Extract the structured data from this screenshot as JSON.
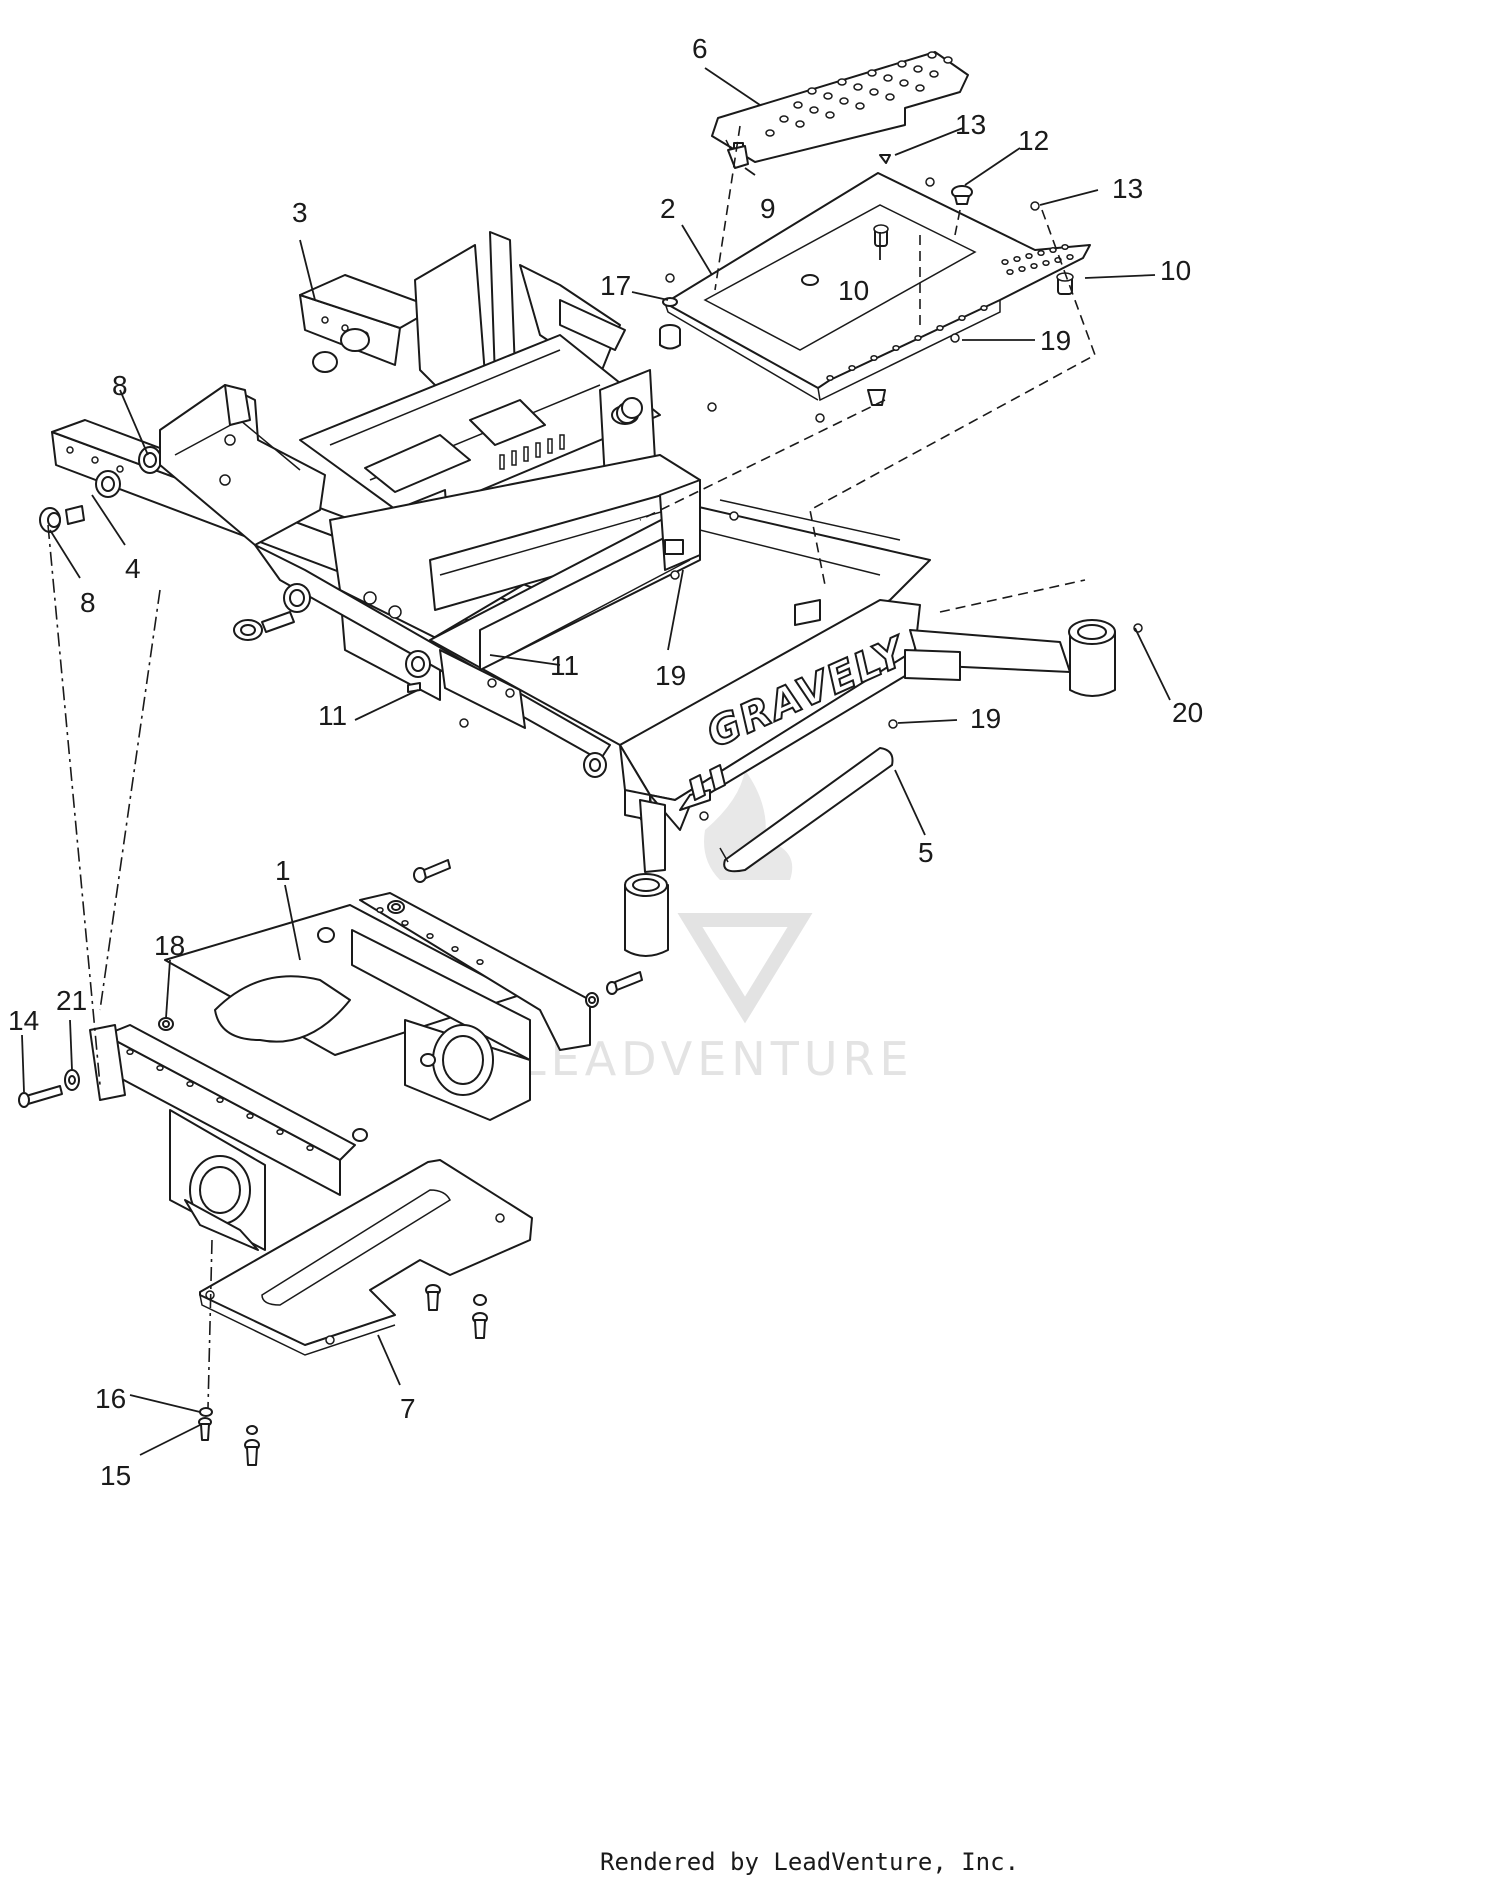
{
  "diagram": {
    "brand_text": "GRAVELY",
    "watermark_text": "LEADVENTURE",
    "footer_text": "Rendered by LeadVenture, Inc.",
    "callouts": [
      {
        "id": "c1",
        "label": "1"
      },
      {
        "id": "c2",
        "label": "2"
      },
      {
        "id": "c3",
        "label": "3"
      },
      {
        "id": "c4",
        "label": "4"
      },
      {
        "id": "c5",
        "label": "5"
      },
      {
        "id": "c6",
        "label": "6"
      },
      {
        "id": "c7",
        "label": "7"
      },
      {
        "id": "c8a",
        "label": "8"
      },
      {
        "id": "c8b",
        "label": "8"
      },
      {
        "id": "c9",
        "label": "9"
      },
      {
        "id": "c10a",
        "label": "10"
      },
      {
        "id": "c10b",
        "label": "10"
      },
      {
        "id": "c11a",
        "label": "11"
      },
      {
        "id": "c11b",
        "label": "11"
      },
      {
        "id": "c12",
        "label": "12"
      },
      {
        "id": "c13a",
        "label": "13"
      },
      {
        "id": "c13b",
        "label": "13"
      },
      {
        "id": "c14",
        "label": "14"
      },
      {
        "id": "c15",
        "label": "15"
      },
      {
        "id": "c16",
        "label": "16"
      },
      {
        "id": "c17",
        "label": "17"
      },
      {
        "id": "c18",
        "label": "18"
      },
      {
        "id": "c19a",
        "label": "19"
      },
      {
        "id": "c19b",
        "label": "19"
      },
      {
        "id": "c19c",
        "label": "19"
      },
      {
        "id": "c20",
        "label": "20"
      },
      {
        "id": "c21",
        "label": "21"
      }
    ]
  }
}
